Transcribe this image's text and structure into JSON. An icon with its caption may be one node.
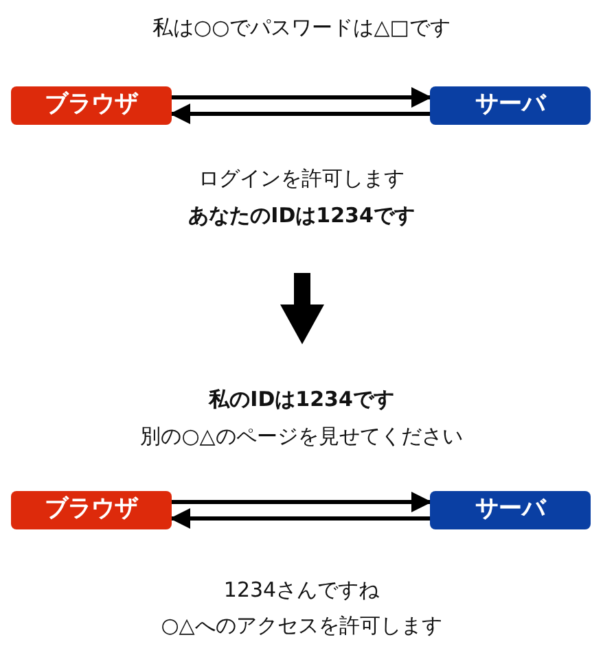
{
  "diagram": {
    "nodes": [
      {
        "text": [
          "ブラウザ"
        ]
      },
      {
        "text": [
          "サーバ"
        ]
      },
      {
        "text": [
          "ブラウザ"
        ]
      },
      {
        "text": [
          "サーバ"
        ]
      }
    ],
    "edges": [
      {
        "from": 0,
        "to": 1,
        "arrow": "to"
      },
      {
        "from": 1,
        "to": 0,
        "arrow": "to"
      },
      {
        "from": 2,
        "to": 3,
        "arrow": "to"
      },
      {
        "from": 3,
        "to": 2,
        "arrow": "to"
      }
    ],
    "labels": [
      "私は○○でパスワードは△□です",
      "ログインを許可します",
      "あなたのIDは1234です",
      "私のIDは1234です",
      "別の○△のページを見せてください",
      "1234さんですね",
      "○△へのアクセスを許可します"
    ]
  }
}
